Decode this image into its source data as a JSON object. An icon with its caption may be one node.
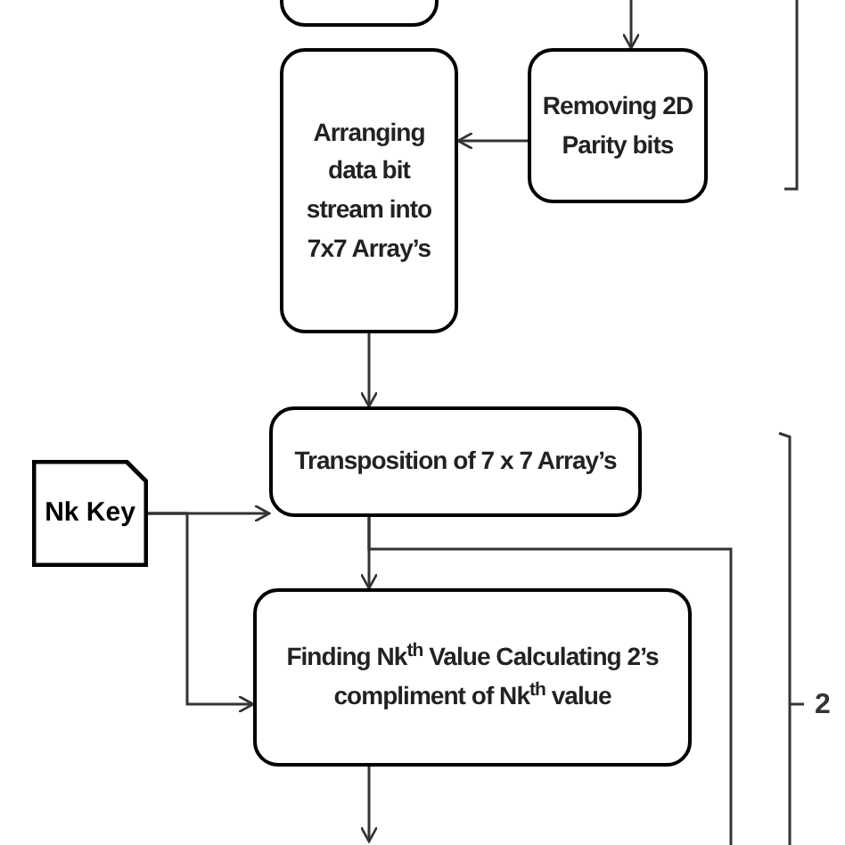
{
  "diagram": {
    "nodes": [
      {
        "text": [],
        "shape": "box"
      },
      {
        "text": [
          "Arranging data bit stream into 7x7 Array’s"
        ]
      },
      {
        "text": [
          "Removing 2D Parity bits"
        ]
      },
      {
        "text": [
          "Transposition of 7 x 7 Array’s"
        ]
      },
      {
        "text": [
          "Nk Key"
        ]
      },
      {
        "text": [
          "Finding Nk$^{th}$ Value Calculating 2’s compliment of Nk$^{th}$ value"
        ]
      }
    ],
    "edges": [
      {
        "from": null,
        "to": 2,
        "arrow": "to"
      },
      {
        "from": 2,
        "to": 1,
        "arrow": "to"
      },
      {
        "from": 1,
        "to": 3,
        "arrow": "to"
      },
      {
        "from": 4,
        "to": 3,
        "arrow": "to"
      },
      {
        "from": 4,
        "to": 5,
        "arrow": "to"
      },
      {
        "from": 3,
        "to": 5,
        "arrow": "to"
      },
      {
        "from": 3,
        "to": null,
        "arrow": "none"
      },
      {
        "from": 5,
        "to": null,
        "arrow": "to"
      }
    ],
    "labels": [
      "2"
    ]
  }
}
